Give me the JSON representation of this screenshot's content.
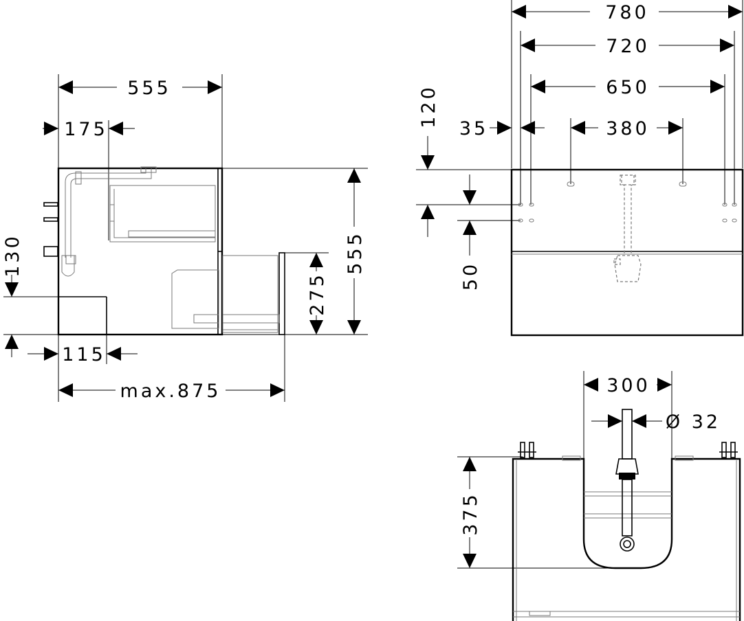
{
  "side_view": {
    "width_label": "555",
    "offset_label": "175",
    "height_label": "555",
    "drawer_label": "275",
    "siphon_height_label": "130",
    "wall_offset_label": "115",
    "drawer_open_label": "max.875"
  },
  "front_view": {
    "overall_width_label": "780",
    "inner_width_label": "720",
    "rail_width_label": "650",
    "hole_spacing_label": "380",
    "edge_offset_label": "35",
    "top_offset_label": "120",
    "row_spacing_label": "50"
  },
  "top_view": {
    "cutout_width_label": "300",
    "pipe_diameter_label": "Ø 32",
    "depth_label": "375"
  }
}
